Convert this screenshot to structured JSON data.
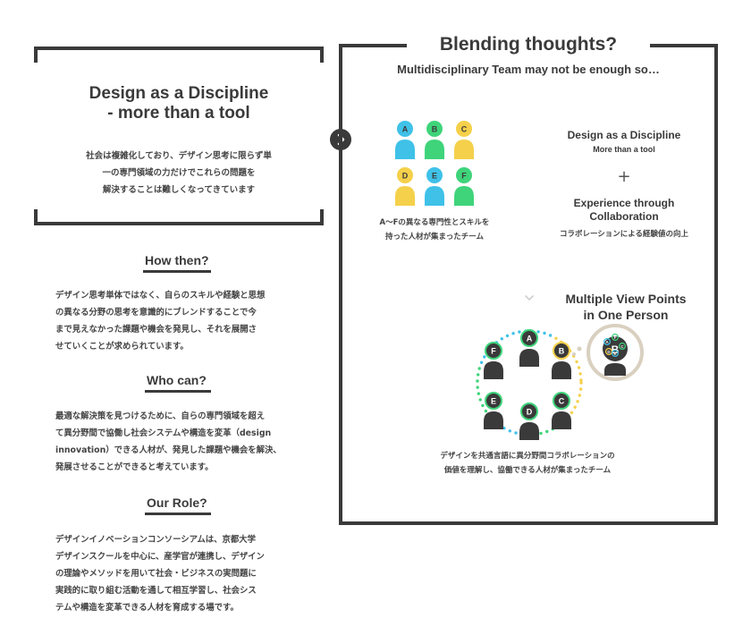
{
  "left_box": {
    "title_line1": "Design as a Discipline",
    "title_line2": "- more than a tool",
    "desc_line1": "社会は複雑化しており、デザイン思考に限らず単",
    "desc_line2": "一の専門領域の力だけでこれらの問題を",
    "desc_line3": "解決することは難しくなってきています"
  },
  "sections": [
    {
      "title": "How then?",
      "lines": [
        "デザイン思考単体ではなく、自らのスキルや経験と思想",
        "の異なる分野の思考を意識的にブレンドすることで今",
        "まで見えなかった課題や機会を発見し、それを展開さ",
        "せていくことが求められています。"
      ]
    },
    {
      "title": "Who can?",
      "lines": [
        "最適な解決策を見つけるために、自らの専門領域を超え",
        "て異分野間で協働し社会システムや構造を変革（design",
        "innovation）できる人材が、発見した課題や機会を解決、",
        "発展させることができると考えています。"
      ]
    },
    {
      "title": "Our Role?",
      "lines": [
        "デザインイノベーションコンソーシアムは、京都大学",
        "デザインスクールを中心に、産学官が連携し、デザイン",
        "の理論やメソッドを用いて社会・ビジネスの実問題に",
        "実践的に取り組む活動を通して相互学習し、社会シス",
        "テムや構造を変革できる人材を育成する場です。"
      ]
    }
  ],
  "right": {
    "title": "Blending thoughts?",
    "subtitle": "Multidisciplinary Team may not be enough so…",
    "team_people": [
      {
        "letter": "A",
        "color": "#3fc1e8"
      },
      {
        "letter": "B",
        "color": "#3fd47a"
      },
      {
        "letter": "C",
        "color": "#f5d04a"
      },
      {
        "letter": "D",
        "color": "#f5d04a"
      },
      {
        "letter": "E",
        "color": "#3fc1e8"
      },
      {
        "letter": "F",
        "color": "#3fd47a"
      }
    ],
    "team_caption_line1": "A～Fの異なる専門性とスキルを",
    "team_caption_line2": "持った人材が集まったチーム",
    "design_title": "Design as a Discipline",
    "design_sub": "More than a tool",
    "plus": "+",
    "exp_line1": "Experience through",
    "exp_line2": "Collaboration",
    "exp_caption": "コラボレーションによる経験値の向上",
    "mvp_line1": "Multiple View Points",
    "mvp_line2": "in One Person",
    "circle_people": [
      {
        "letter": "A",
        "color": "#3fd47a"
      },
      {
        "letter": "B",
        "color": "#f5d04a"
      },
      {
        "letter": "C",
        "color": "#3fd47a"
      },
      {
        "letter": "D",
        "color": "#3fd47a"
      },
      {
        "letter": "E",
        "color": "#3fd47a"
      },
      {
        "letter": "F",
        "color": "#3fd47a"
      }
    ],
    "bubble_letters": [
      "A",
      "B",
      "C",
      "D",
      "E",
      "F"
    ],
    "bottom_caption_line1": "デザインを共通言語に異分野間コラボレーションの",
    "bottom_caption_line2": "価値を理解し、協働できる人材が集まったチーム",
    "colors": {
      "dark": "#3a3a3a",
      "blue": "#3fc1e8",
      "green": "#3fd47a",
      "yellow": "#f5d04a",
      "bubble_ring": "#d9d0c0"
    }
  }
}
